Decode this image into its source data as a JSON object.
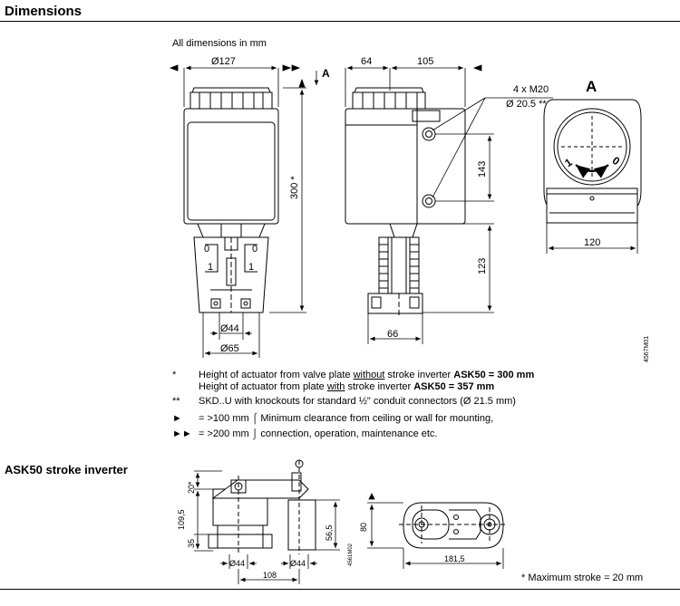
{
  "section_title": "Dimensions",
  "all_dims_note": "All dimensions in mm",
  "view_a_label": "A",
  "arrow_a_label": "A",
  "dims": {
    "d127": "Ø127",
    "h300": "300 *",
    "d44": "Ø44",
    "d65": "Ø65",
    "w64": "64",
    "w105": "105",
    "h143": "143",
    "h123": "123",
    "w66": "66",
    "m20_line1": "4 x M20",
    "m20_line2": "Ø 20.5 **",
    "w120": "120",
    "drawing_code": "4567M01"
  },
  "notes": {
    "star_mark": "*",
    "line1_pre": "Height of actuator from valve plate ",
    "line1_u": "without",
    "line1_post": " stroke inverter ",
    "line1_b": "ASK50 = 300 mm",
    "line2_pre": "Height of actuator from plate ",
    "line2_u": "with",
    "line2_post": " stroke inverter ",
    "line2_b": "ASK50 = 357 mm",
    "dstar_mark": "**",
    "line3": "SKD..U with knockouts for standard ½\" conduit connectors (Ø 21.5 mm)",
    "tri1_mark": "►",
    "tri1_text": "= >100 mm ⌠ Minimum clearance from ceiling or wall for mounting,",
    "tri2_mark": "►►",
    "tri2_text": "= >200 mm ⌡ connection, operation, maintenance etc."
  },
  "inverter": {
    "title": "ASK50 stroke inverter",
    "d20": "20*",
    "d109": "109,5",
    "d35": "35",
    "d56": "56,5",
    "d44a": "Ø44",
    "d44b": "Ø44",
    "d108": "108",
    "d80": "80",
    "d181": "181,5",
    "code": "4561M02",
    "max_stroke": "* Maximum stroke = 20 mm"
  }
}
